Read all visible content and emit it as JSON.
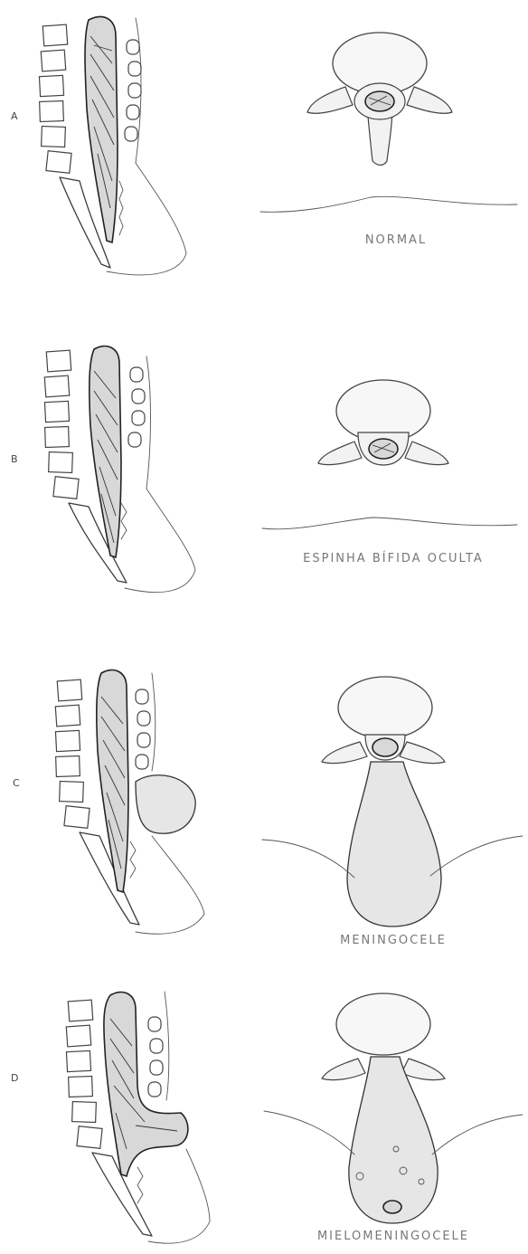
{
  "panels": [
    {
      "letter": "A",
      "caption": "NORMAL"
    },
    {
      "letter": "B",
      "caption": "ESPINHA BÍFIDA OCULTA"
    },
    {
      "letter": "C",
      "caption": "MENINGOCELE"
    },
    {
      "letter": "D",
      "caption": "MIELOMENINGOCELE"
    }
  ]
}
